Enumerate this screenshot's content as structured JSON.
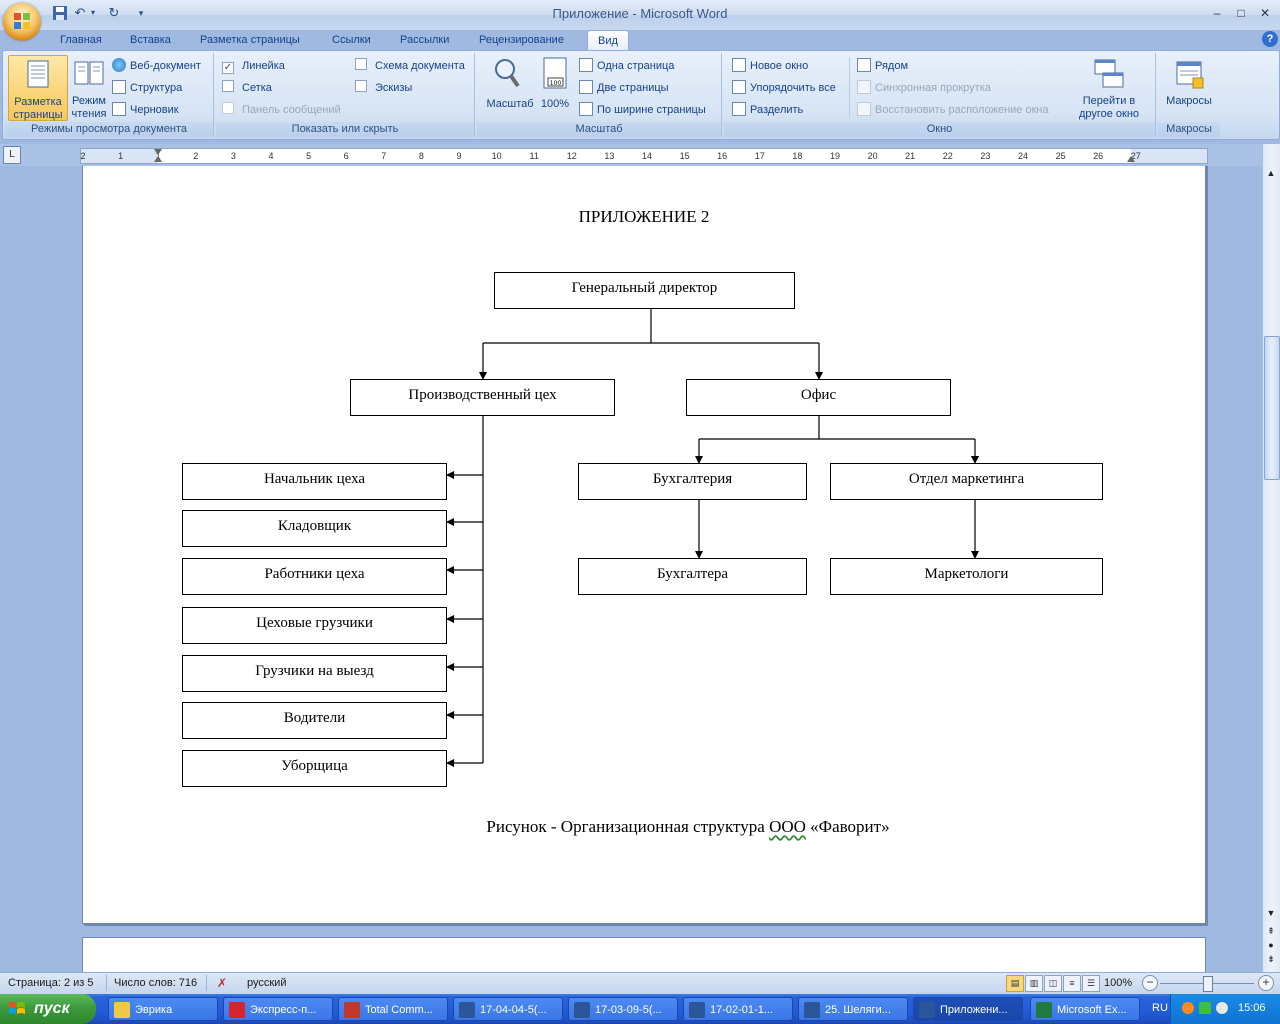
{
  "window": {
    "title": "Приложение - Microsoft Word",
    "minimize": "–",
    "maximize": "□",
    "close": "✕"
  },
  "ribbon": {
    "tabs": [
      "Главная",
      "Вставка",
      "Разметка страницы",
      "Ссылки",
      "Рассылки",
      "Рецензирование",
      "Вид"
    ],
    "active_tab": "Вид",
    "groups": {
      "views": {
        "label": "Режимы просмотра документа",
        "print_layout_line1": "Разметка",
        "print_layout_line2": "страницы",
        "reading_line1": "Режим",
        "reading_line2": "чтения",
        "web_layout": "Веб-документ",
        "outline": "Структура",
        "draft": "Черновик"
      },
      "show_hide": {
        "label": "Показать или скрыть",
        "ruler": "Линейка",
        "ruler_checked": "✓",
        "gridlines": "Сетка",
        "message_bar": "Панель сообщений",
        "doc_map": "Схема документа",
        "thumbnails": "Эскизы"
      },
      "zoom": {
        "label": "Масштаб",
        "zoom_btn": "Масштаб",
        "hundred": "100%",
        "hundred_icon_text": "100",
        "one_page": "Одна страница",
        "two_pages": "Две страницы",
        "page_width": "По ширине страницы"
      },
      "window": {
        "label": "Окно",
        "new_window": "Новое окно",
        "arrange_all": "Упорядочить все",
        "split": "Разделить",
        "side_by_side": "Рядом",
        "sync_scroll": "Синхронная прокрутка",
        "reset_position": "Восстановить расположение окна",
        "switch_line1": "Перейти в",
        "switch_line2": "другое окно"
      },
      "macros": {
        "label": "Макросы",
        "macros_btn": "Макросы"
      }
    }
  },
  "ruler": {
    "tab_selector": "L",
    "numbers": [
      "2",
      "1",
      "1",
      "2",
      "3",
      "4",
      "5",
      "6",
      "7",
      "8",
      "9",
      "10",
      "11",
      "12",
      "13",
      "14",
      "15",
      "16",
      "17",
      "18",
      "19",
      "20",
      "21",
      "22",
      "23",
      "24",
      "25",
      "26",
      "27"
    ]
  },
  "document": {
    "appendix_title": "ПРИЛОЖЕНИЕ 2",
    "caption_part1": "Рисунок - Организационная структура ",
    "caption_part2": "ООО",
    "caption_part3": " «Фаворит»",
    "org_chart": {
      "ceo": "Генеральный директор",
      "production": "Производственный цех",
      "office": "Офис",
      "production_staff": [
        "Начальник цеха",
        "Кладовщик",
        "Работники цеха",
        "Цеховые грузчики",
        "Грузчики на выезд",
        "Водители",
        "Уборщица"
      ],
      "accounting": "Бухгалтерия",
      "marketing": "Отдел маркетинга",
      "accountants": "Бухгалтера",
      "marketers": "Маркетологи"
    }
  },
  "status": {
    "page": "Страница: 2 из 5",
    "words": "Число слов: 716",
    "language": "русский",
    "zoom": "100%",
    "zoom_minus": "−",
    "zoom_plus": "+"
  },
  "taskbar": {
    "start": "пуск",
    "items": [
      {
        "label": "Эврика",
        "color": "#f2c84b"
      },
      {
        "label": "Экспресс-п...",
        "color": "#d8232a"
      },
      {
        "label": "Total Comm...",
        "color": "#c0392b"
      },
      {
        "label": "17-04-04-5(...",
        "color": "#2b579a"
      },
      {
        "label": "17-03-09-5(...",
        "color": "#2b579a"
      },
      {
        "label": "17-02-01-1...",
        "color": "#2b579a"
      },
      {
        "label": "25. Шеляги...",
        "color": "#2b579a"
      },
      {
        "label": "Приложени...",
        "color": "#2b579a"
      },
      {
        "label": "Microsoft Ex...",
        "color": "#1f7a3f"
      }
    ],
    "lang": "RU",
    "clock": "15:06"
  },
  "colors": {
    "accent": "#15428b",
    "ribbon_bg": "#d7e4f4",
    "taskbar": "#245edb",
    "start_green": "#3c9a3c"
  }
}
